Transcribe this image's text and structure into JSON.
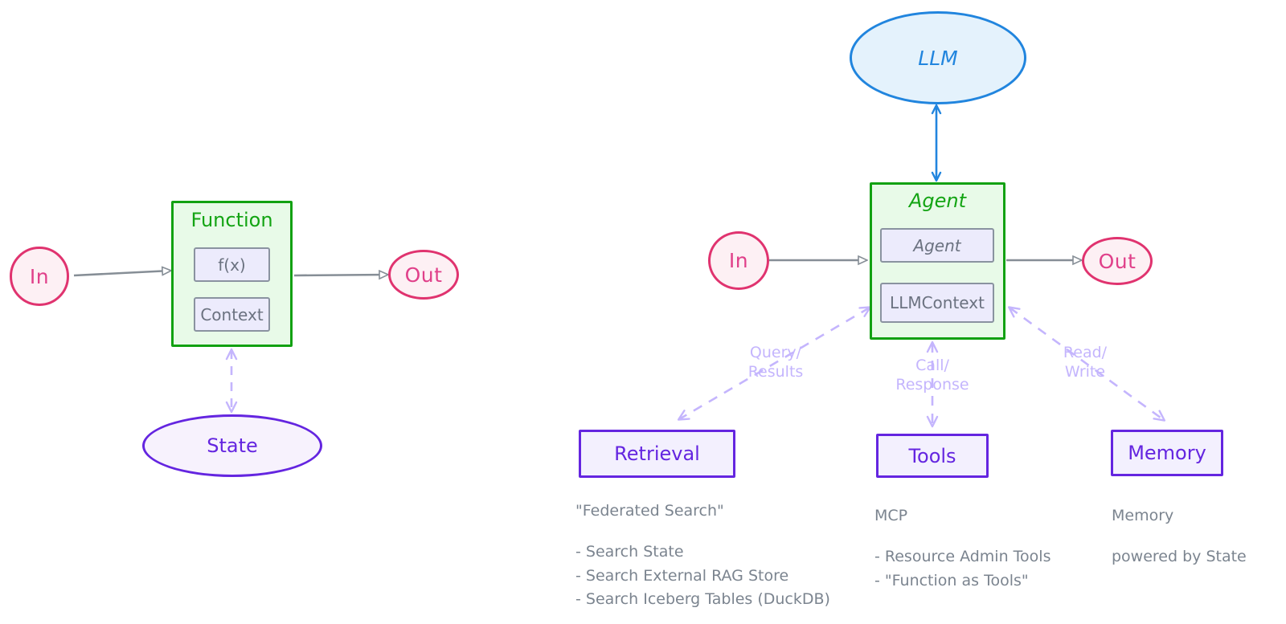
{
  "diagram": {
    "title": "Function vs Agent architecture",
    "colors": {
      "green_border": "#12a112",
      "green_fill": "#e8fae8",
      "purple_border": "#6425e0",
      "purple_fill": "#f3f0fe",
      "pink_border": "#e0336f",
      "pink_fill": "#fdf0f4",
      "blue_border": "#2185de",
      "blue_fill": "#e4f2fc",
      "inner_border": "#8a93a0",
      "inner_fill": "#ecebfc",
      "arrow_gray": "#868e96",
      "arrow_lavender": "#c4b5fd",
      "note_text": "#7b848f"
    },
    "left": {
      "in_label": "In",
      "out_label": "Out",
      "group_title": "Function",
      "inner_boxes": [
        {
          "label": "f(x)"
        },
        {
          "label": "Context"
        }
      ],
      "state_label": "State"
    },
    "right": {
      "llm_label": "LLM",
      "in_label": "In",
      "out_label": "Out",
      "group_title": "Agent",
      "inner_boxes": [
        {
          "label": "Agent"
        },
        {
          "label": "LLMContext"
        }
      ],
      "edge_labels": {
        "retrieval": "Query/\nResults",
        "tools": "Call/\nResponse",
        "memory": "Read/\nWrite"
      },
      "columns": [
        {
          "node_label": "Retrieval",
          "heading": "\"Federated Search\"",
          "items": "- Search State\n- Search External RAG Store\n- Search Iceberg Tables (DuckDB)"
        },
        {
          "node_label": "Tools",
          "heading": "MCP",
          "items": "- Resource Admin Tools\n- \"Function as Tools\""
        },
        {
          "node_label": "Memory",
          "heading": "Memory",
          "items": "powered by State"
        }
      ]
    }
  }
}
